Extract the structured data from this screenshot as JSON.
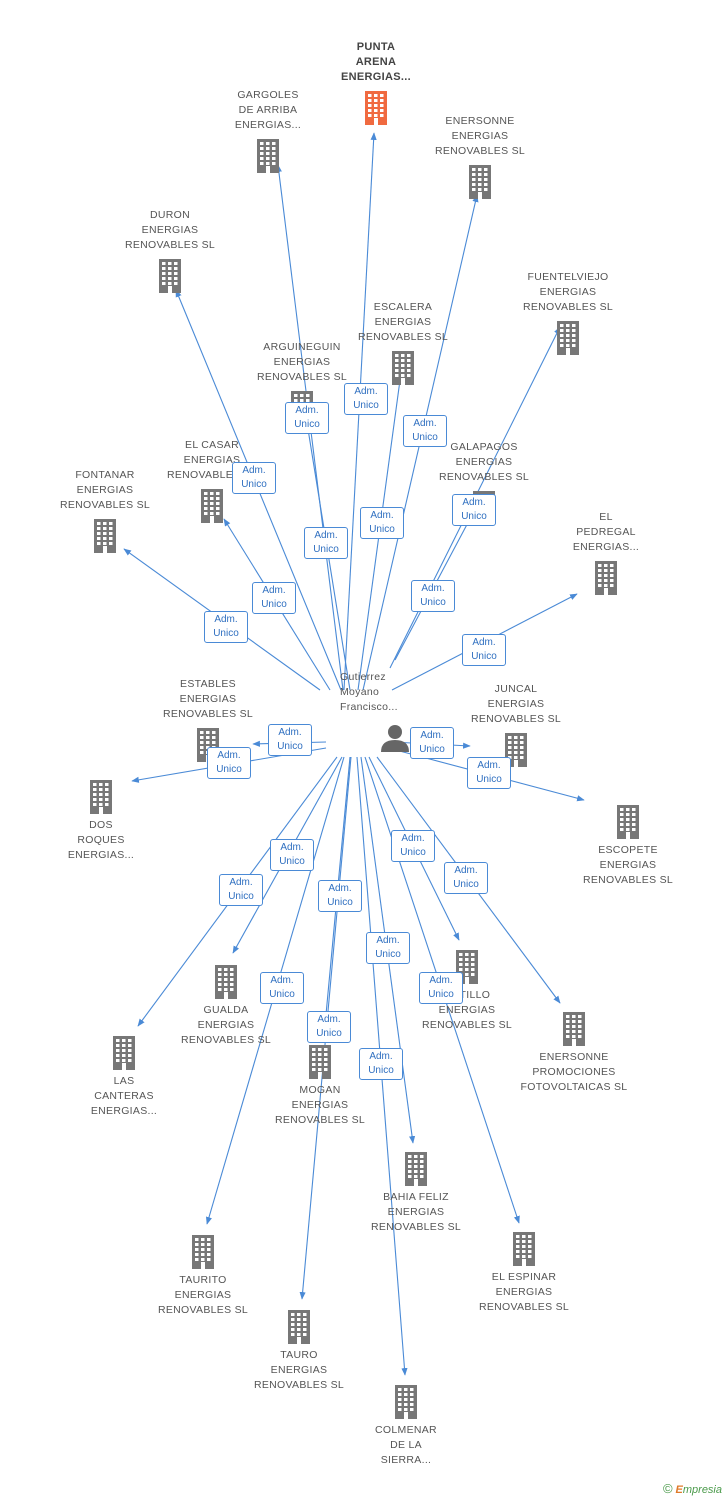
{
  "colors": {
    "edge": "#4a8ad6",
    "building": "#777777",
    "highlight": "#f06a40",
    "person": "#666666"
  },
  "center": {
    "label": [
      "Gutierrez",
      "Moyano",
      "Francisco..."
    ],
    "icon": "person-icon"
  },
  "relation_label": [
    "Adm.",
    "Unico"
  ],
  "companies": [
    {
      "id": "punta-arena",
      "label": [
        "PUNTA",
        "ARENA",
        "ENERGIAS..."
      ],
      "highlight": true
    },
    {
      "id": "gargoles",
      "label": [
        "GARGOLES",
        "DE ARRIBA",
        "ENERGIAS..."
      ]
    },
    {
      "id": "enersonne",
      "label": [
        "ENERSONNE",
        "ENERGIAS",
        "RENOVABLES SL"
      ]
    },
    {
      "id": "duron",
      "label": [
        "DURON",
        "ENERGIAS",
        "RENOVABLES SL"
      ]
    },
    {
      "id": "fuentelviejo",
      "label": [
        "FUENTELVIEJO",
        "ENERGIAS",
        "RENOVABLES SL"
      ]
    },
    {
      "id": "escalera",
      "label": [
        "ESCALERA",
        "ENERGIAS",
        "RENOVABLES SL"
      ]
    },
    {
      "id": "arguineguin",
      "label": [
        "ARGUINEGUIN",
        "ENERGIAS",
        "RENOVABLES SL"
      ]
    },
    {
      "id": "galapagos",
      "label": [
        "GALAPAGOS",
        "ENERGIAS",
        "RENOVABLES SL"
      ]
    },
    {
      "id": "el-casar",
      "label": [
        "EL CASAR",
        "ENERGIAS",
        "RENOVABLES SL"
      ]
    },
    {
      "id": "fontanar",
      "label": [
        "FONTANAR",
        "ENERGIAS",
        "RENOVABLES SL"
      ]
    },
    {
      "id": "el-pedregal",
      "label": [
        "EL",
        "PEDREGAL",
        "ENERGIAS..."
      ]
    },
    {
      "id": "estables",
      "label": [
        "ESTABLES",
        "ENERGIAS",
        "RENOVABLES SL"
      ]
    },
    {
      "id": "juncal",
      "label": [
        "JUNCAL",
        "ENERGIAS",
        "RENOVABLES SL"
      ]
    },
    {
      "id": "dos-roques",
      "label": [
        "DOS",
        "ROQUES",
        "ENERGIAS..."
      ]
    },
    {
      "id": "escopete",
      "label": [
        "ESCOPETE",
        "ENERGIAS",
        "RENOVABLES SL"
      ]
    },
    {
      "id": "gualda",
      "label": [
        "GUALDA",
        "ENERGIAS",
        "RENOVABLES SL"
      ]
    },
    {
      "id": "potillo",
      "label": [
        "POTILLO",
        "ENERGIAS",
        "RENOVABLES SL"
      ]
    },
    {
      "id": "enersonne-promociones",
      "label": [
        "ENERSONNE",
        "PROMOCIONES",
        "FOTOVOLTAICAS SL"
      ]
    },
    {
      "id": "las-canteras",
      "label": [
        "LAS",
        "CANTERAS",
        "ENERGIAS..."
      ]
    },
    {
      "id": "mogan",
      "label": [
        "MOGAN",
        "ENERGIAS",
        "RENOVABLES SL"
      ]
    },
    {
      "id": "bahia-feliz",
      "label": [
        "BAHIA FELIZ",
        "ENERGIAS",
        "RENOVABLES SL"
      ]
    },
    {
      "id": "taurito",
      "label": [
        "TAURITO",
        "ENERGIAS",
        "RENOVABLES SL"
      ]
    },
    {
      "id": "el-espinar",
      "label": [
        "EL ESPINAR",
        "ENERGIAS",
        "RENOVABLES SL"
      ]
    },
    {
      "id": "tauro",
      "label": [
        "TAURO",
        "ENERGIAS",
        "RENOVABLES SL"
      ]
    },
    {
      "id": "colmenar",
      "label": [
        "COLMENAR",
        "DE LA",
        "SIERRA..."
      ]
    }
  ],
  "footer": {
    "copyright": "©",
    "brand_e": "E",
    "brand_rest": "mpresia"
  }
}
